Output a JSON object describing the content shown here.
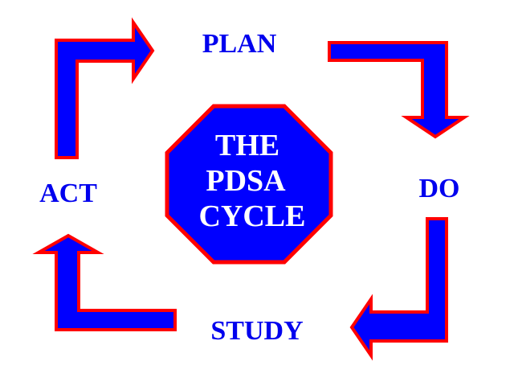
{
  "diagram": {
    "center_lines": [
      "THE",
      "PDSA",
      "CYCLE"
    ],
    "stages": {
      "plan": "PLAN",
      "do": "DO",
      "study": "STUDY",
      "act": "ACT"
    },
    "colors": {
      "fill": "#0000ff",
      "outline": "#ff0000",
      "stage_text": "#0000ee",
      "center_text": "#ffffff",
      "background": "#ffffff"
    },
    "icons": {
      "plan_to_do": "bent-arrow-right-down",
      "do_to_study": "bent-arrow-down-left",
      "study_to_act": "bent-arrow-left-up",
      "act_to_plan": "bent-arrow-up-right"
    }
  }
}
